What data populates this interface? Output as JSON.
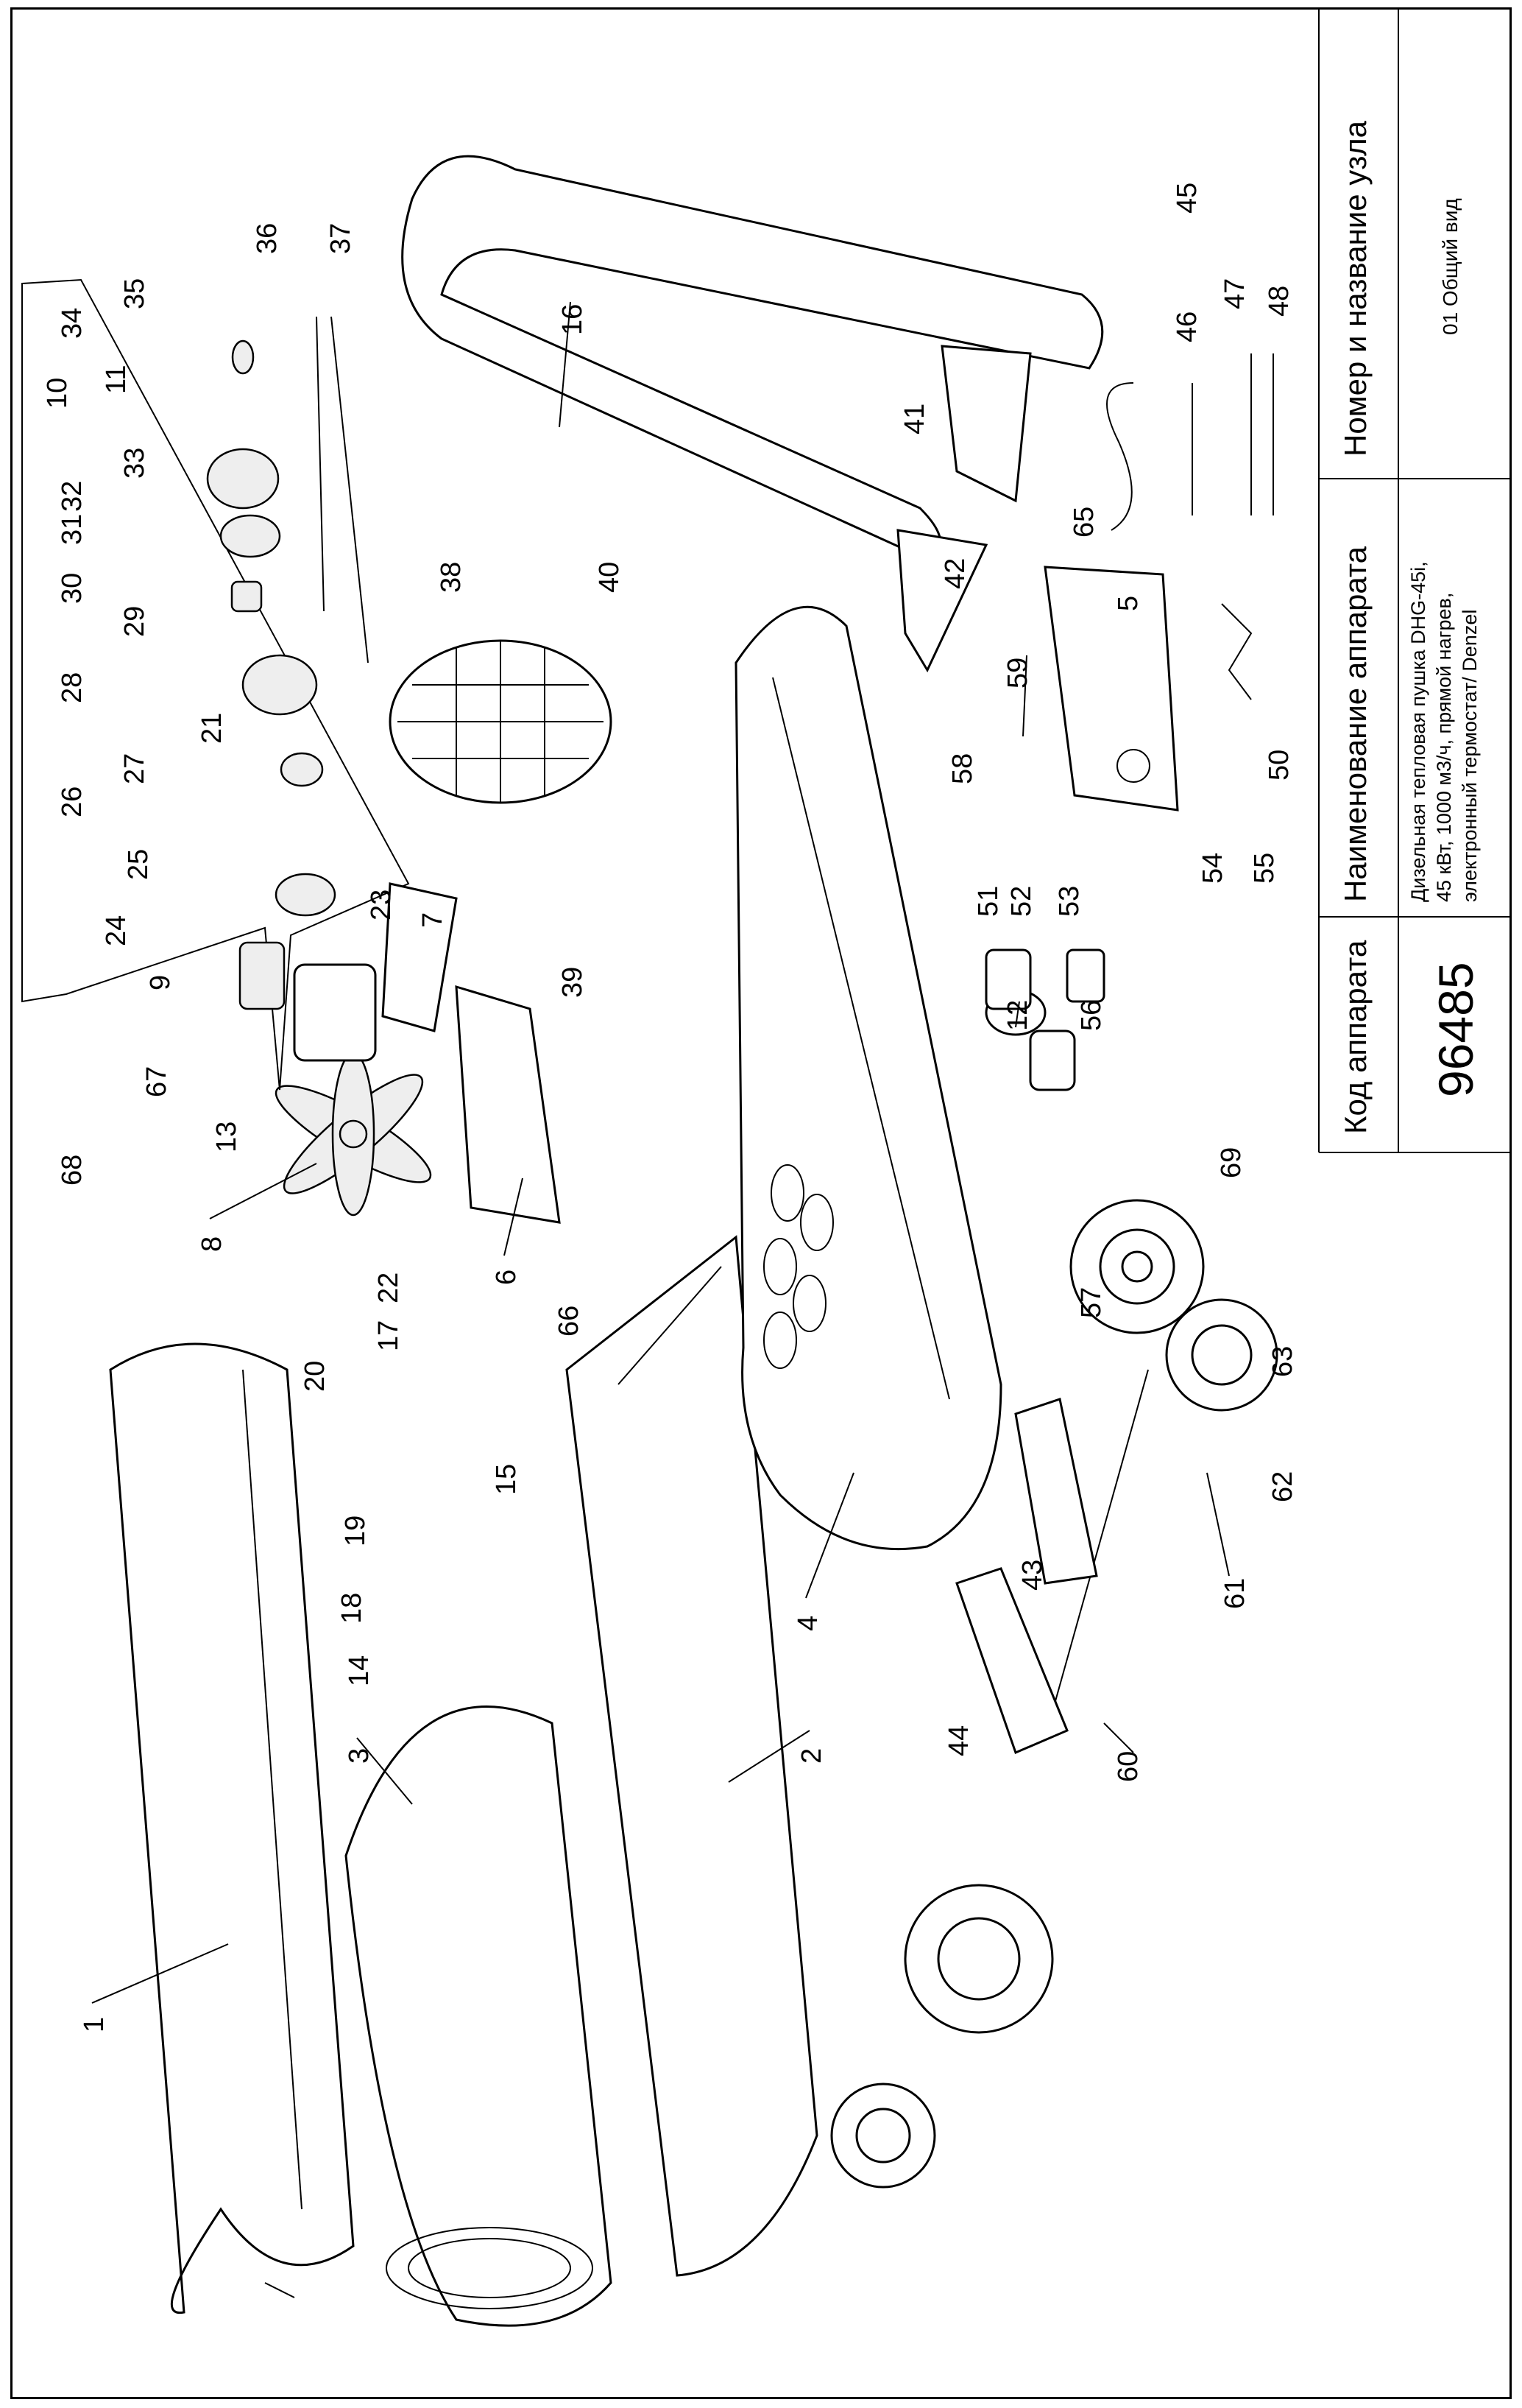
{
  "title_block": {
    "col1_header": "Код аппарата",
    "col1_value": "96485",
    "col2_header": "Наименование аппарата",
    "col2_value_line1": "Дизельная тепловая пушка DHG-45i,",
    "col2_value_line2": "45 кВт, 1000 м3/ч, прямой нагрев,",
    "col2_value_line3": "электронный термостат/ Denzel",
    "col3_header": "Номер и название узла",
    "col3_value": "01 Общий вид"
  },
  "parts": [
    {
      "num": "1"
    },
    {
      "num": "2"
    },
    {
      "num": "3"
    },
    {
      "num": "4"
    },
    {
      "num": "5"
    },
    {
      "num": "6"
    },
    {
      "num": "7"
    },
    {
      "num": "8"
    },
    {
      "num": "9"
    },
    {
      "num": "10"
    },
    {
      "num": "11"
    },
    {
      "num": "12"
    },
    {
      "num": "13"
    },
    {
      "num": "14"
    },
    {
      "num": "15"
    },
    {
      "num": "16"
    },
    {
      "num": "17"
    },
    {
      "num": "18"
    },
    {
      "num": "19"
    },
    {
      "num": "20"
    },
    {
      "num": "21"
    },
    {
      "num": "22"
    },
    {
      "num": "23"
    },
    {
      "num": "24"
    },
    {
      "num": "25"
    },
    {
      "num": "26"
    },
    {
      "num": "27"
    },
    {
      "num": "28"
    },
    {
      "num": "29"
    },
    {
      "num": "30"
    },
    {
      "num": "31"
    },
    {
      "num": "32"
    },
    {
      "num": "33"
    },
    {
      "num": "34"
    },
    {
      "num": "35"
    },
    {
      "num": "36"
    },
    {
      "num": "37"
    },
    {
      "num": "38"
    },
    {
      "num": "39"
    },
    {
      "num": "40"
    },
    {
      "num": "41"
    },
    {
      "num": "42"
    },
    {
      "num": "43"
    },
    {
      "num": "44"
    },
    {
      "num": "45"
    },
    {
      "num": "46"
    },
    {
      "num": "47"
    },
    {
      "num": "48"
    },
    {
      "num": "50"
    },
    {
      "num": "51"
    },
    {
      "num": "52"
    },
    {
      "num": "53"
    },
    {
      "num": "54"
    },
    {
      "num": "55"
    },
    {
      "num": "56"
    },
    {
      "num": "57"
    },
    {
      "num": "58"
    },
    {
      "num": "59"
    },
    {
      "num": "60"
    },
    {
      "num": "61"
    },
    {
      "num": "62"
    },
    {
      "num": "63"
    },
    {
      "num": "65"
    },
    {
      "num": "66"
    },
    {
      "num": "67"
    },
    {
      "num": "68"
    },
    {
      "num": "69"
    }
  ]
}
